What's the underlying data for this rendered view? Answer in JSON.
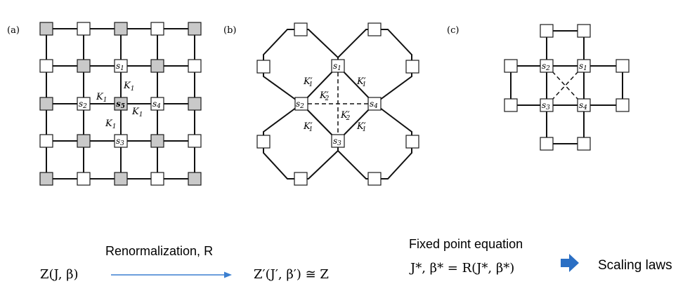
{
  "panels": {
    "a": {
      "tag": "(a)",
      "site_labels": [
        "s",
        "1",
        "s",
        "2",
        "s",
        "5",
        "s",
        "4",
        "s",
        "3"
      ],
      "coupling": {
        "base": "K",
        "sub": "1"
      }
    },
    "b": {
      "tag": "(b)",
      "site_labels": [
        "s",
        "1",
        "s",
        "2",
        "s",
        "3",
        "s",
        "4"
      ],
      "coupling_nn": {
        "base": "K",
        "prime": "′",
        "sub": "1"
      },
      "coupling_nnn": {
        "base": "K",
        "prime": "′",
        "sub": "2"
      }
    },
    "c": {
      "tag": "(c)",
      "site_labels": [
        "s",
        "2",
        "s",
        "1",
        "s",
        "3",
        "s",
        "4"
      ]
    }
  },
  "equations": {
    "partition_function": "Z(J, β)",
    "renormalization_label": "Renormalization, R",
    "renormalized_partition": "Z′(J′, β′) ≅ Z",
    "fixed_point_title": "Fixed point equation",
    "fixed_point_equation": "J*, β* = R(J*, β*)",
    "result_label": "Scaling laws"
  },
  "colors": {
    "filled_site": "#c9c9c9",
    "open_site": "#ffffff",
    "arrow_line": "#3b7fd0",
    "block_arrow": "#2b6fc4"
  }
}
